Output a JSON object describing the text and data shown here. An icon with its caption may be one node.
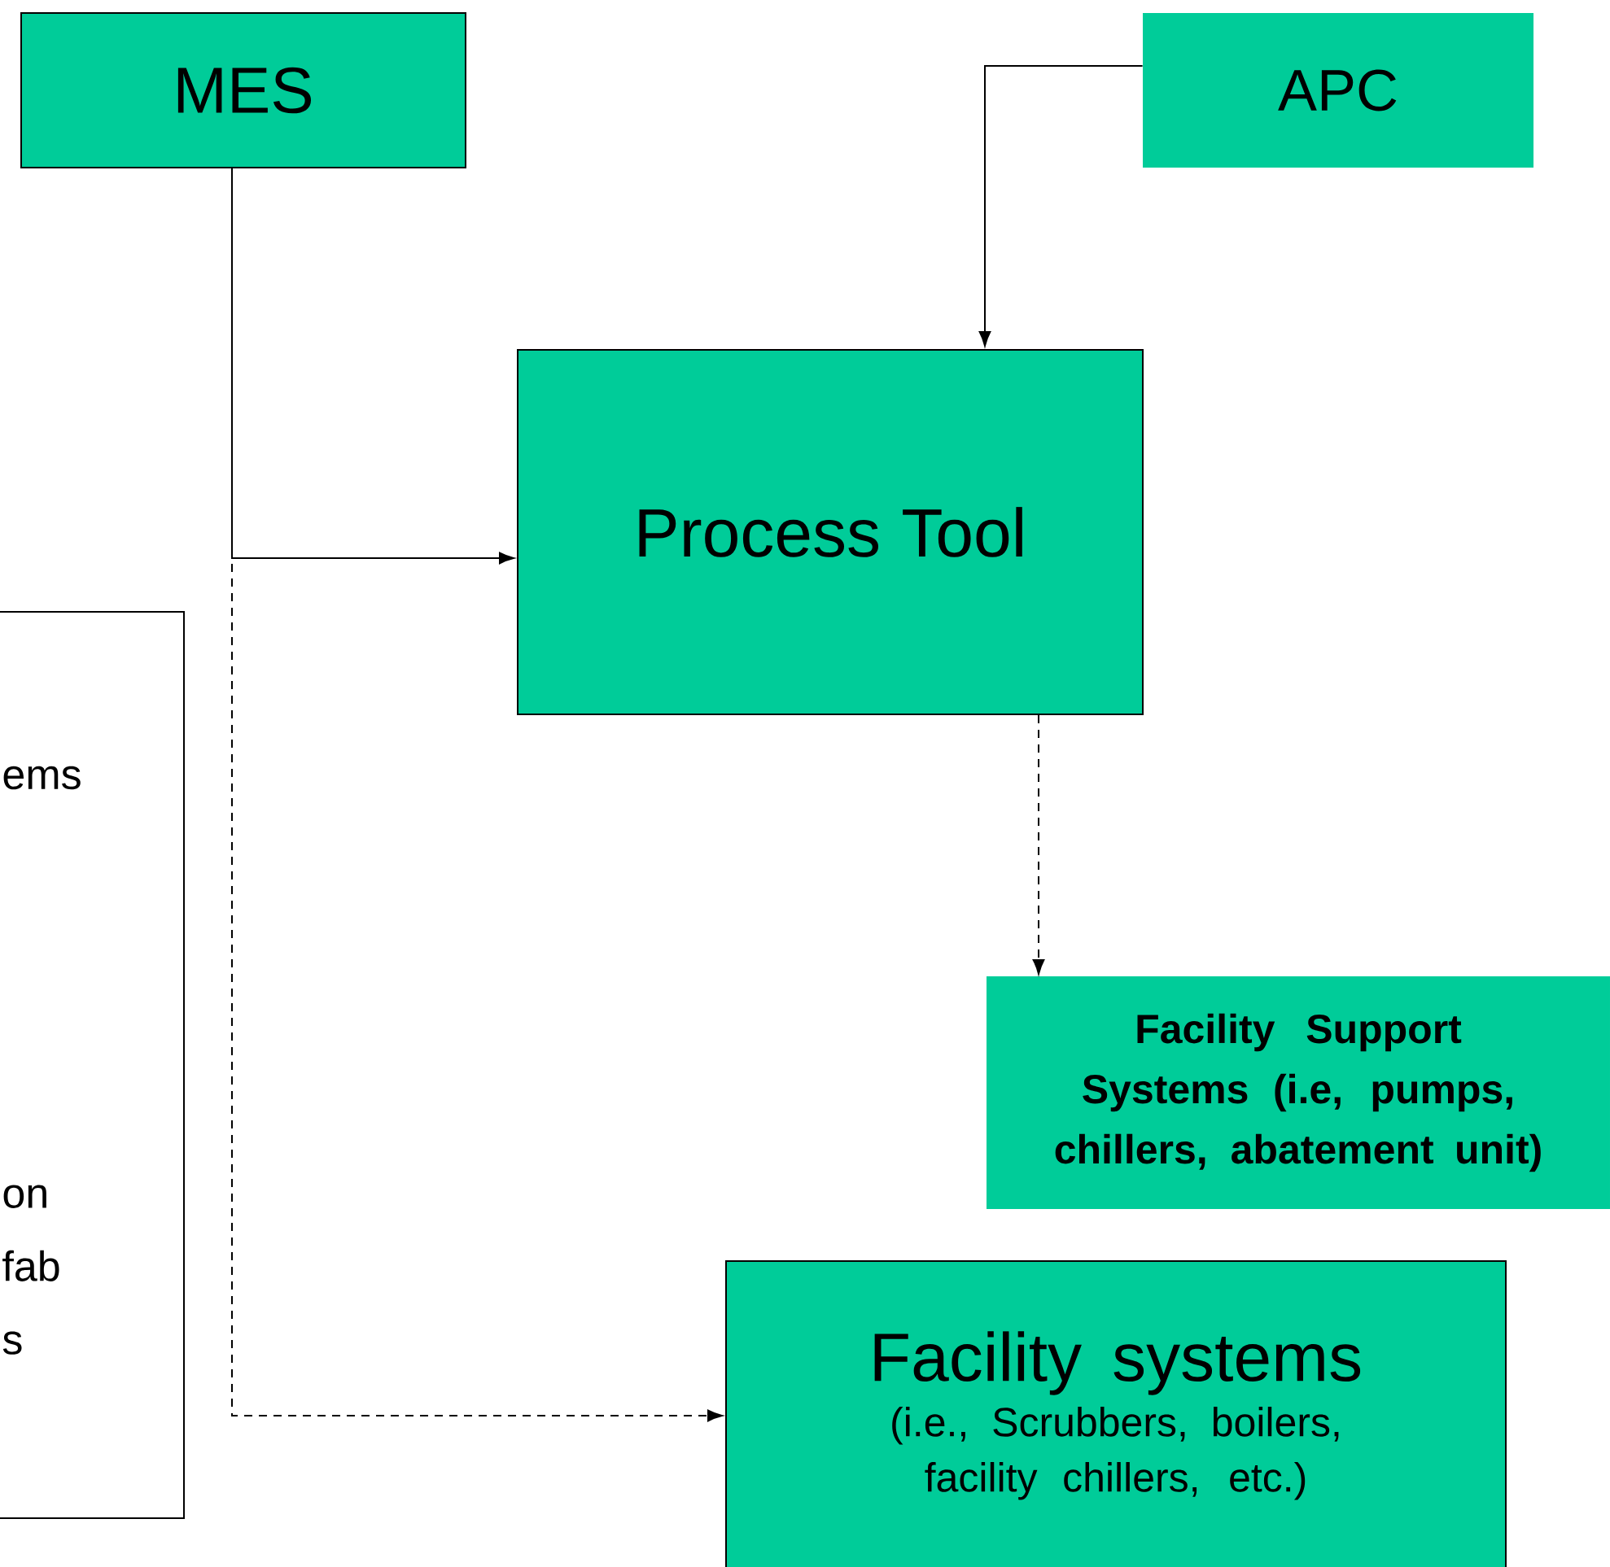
{
  "diagram": {
    "nodes": [
      {
        "text": [
          "MES"
        ]
      },
      {
        "text": [
          "APC"
        ]
      },
      {
        "text": [
          "Process Tool"
        ]
      },
      {
        "text": [
          "ems",
          "on fab s"
        ]
      },
      {
        "text": [
          "Facility Support Systems (i.e, pumps, chillers, abatement unit)"
        ]
      },
      {
        "text": [
          "Facility systems",
          "(i.e., Scrubbers, boilers, facility chillers, etc.)"
        ]
      }
    ],
    "edges": [
      {
        "from": 0,
        "to": 2,
        "arrow": "to"
      },
      {
        "from": 1,
        "to": 2,
        "arrow": "to"
      },
      {
        "from": 2,
        "to": 4,
        "arrow": "to",
        "style": "dashed"
      },
      {
        "from": 0,
        "to": 5,
        "arrow": "to",
        "style": "dashed"
      }
    ]
  }
}
